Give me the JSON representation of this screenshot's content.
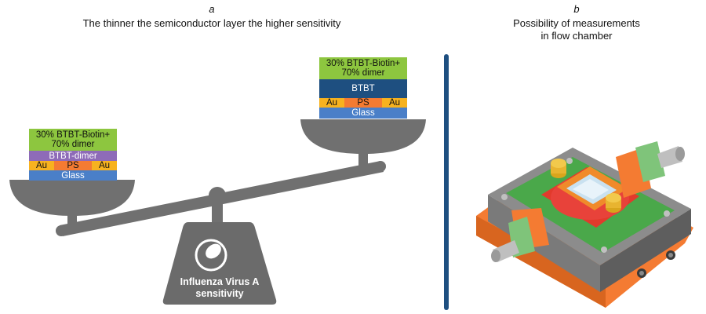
{
  "panel_a": {
    "letter": "a",
    "title": "The thinner the semiconductor layer the higher sensitivity",
    "left_stack": {
      "top": "30% BTBT-Biotin+\n70% dimer",
      "second": "BTBT-dimer",
      "electrodes": [
        "Au",
        "PS",
        "Au"
      ],
      "base": "Glass"
    },
    "right_stack": {
      "top": "30% BTBT-Biotin+\n70% dimer",
      "second": "BTBT",
      "electrodes": [
        "Au",
        "PS",
        "Au"
      ],
      "base": "Glass"
    },
    "weight_label": "Influenza Virus A\nsensitivity"
  },
  "panel_b": {
    "letter": "b",
    "title": "Possibility of measurements\nin flow chamber"
  },
  "colors": {
    "green": "#8dc63f",
    "purple": "#8e6bb8",
    "navy": "#1e4f80",
    "gold": "#f7b21f",
    "orange": "#f47b32",
    "blue": "#4a7fc8",
    "scale_gray": "#707070",
    "divider": "#1e4f80"
  }
}
